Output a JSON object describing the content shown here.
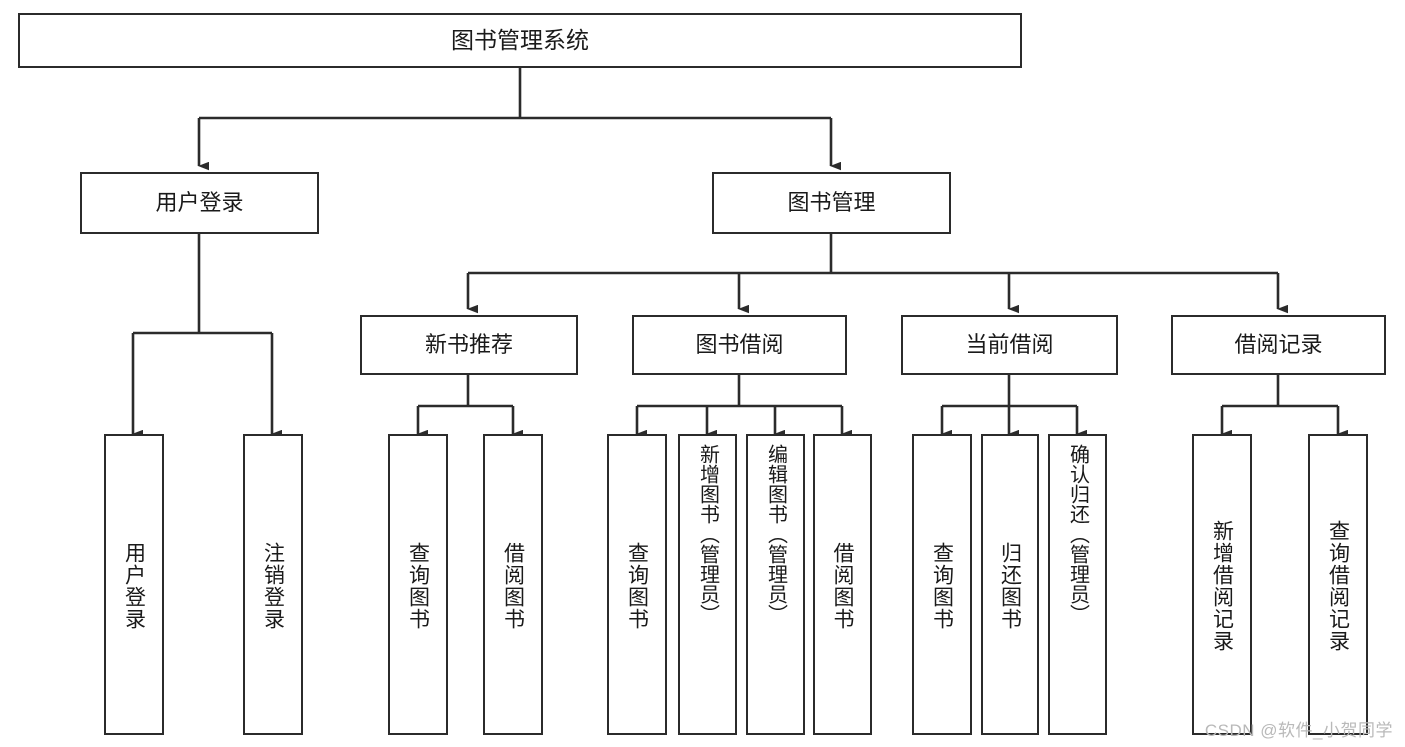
{
  "diagram": {
    "title": "图书管理系统",
    "type": "tree",
    "orientation": "top-down",
    "colors": {
      "background": "#ffffff",
      "node_border": "#2b2b2b",
      "node_fill": "#ffffff",
      "edge": "#2b2b2b",
      "text": "#1a1a1a",
      "watermark": "#b9b9b9"
    },
    "watermark": "CSDN @软件_小贺同学",
    "levels": {
      "root": {
        "label": "图书管理系统"
      },
      "level1": [
        {
          "label": "用户登录"
        },
        {
          "label": "图书管理"
        }
      ],
      "level2": [
        {
          "label": "新书推荐"
        },
        {
          "label": "图书借阅"
        },
        {
          "label": "当前借阅"
        },
        {
          "label": "借阅记录"
        }
      ],
      "leaves": {
        "user_login": [
          {
            "label": "用户登录"
          },
          {
            "label": "注销登录"
          }
        ],
        "new_book_recommend": [
          {
            "label": "查询图书"
          },
          {
            "label": "借阅图书"
          }
        ],
        "book_borrow": [
          {
            "label": "查询图书"
          },
          {
            "label": "新增图书（管理员）"
          },
          {
            "label": "编辑图书（管理员）"
          },
          {
            "label": "借阅图书"
          }
        ],
        "current_borrow": [
          {
            "label": "查询图书"
          },
          {
            "label": "归还图书"
          },
          {
            "label": "确认归还（管理员）"
          }
        ],
        "borrow_record": [
          {
            "label": "新增借阅记录"
          },
          {
            "label": "查询借阅记录"
          }
        ]
      }
    }
  }
}
